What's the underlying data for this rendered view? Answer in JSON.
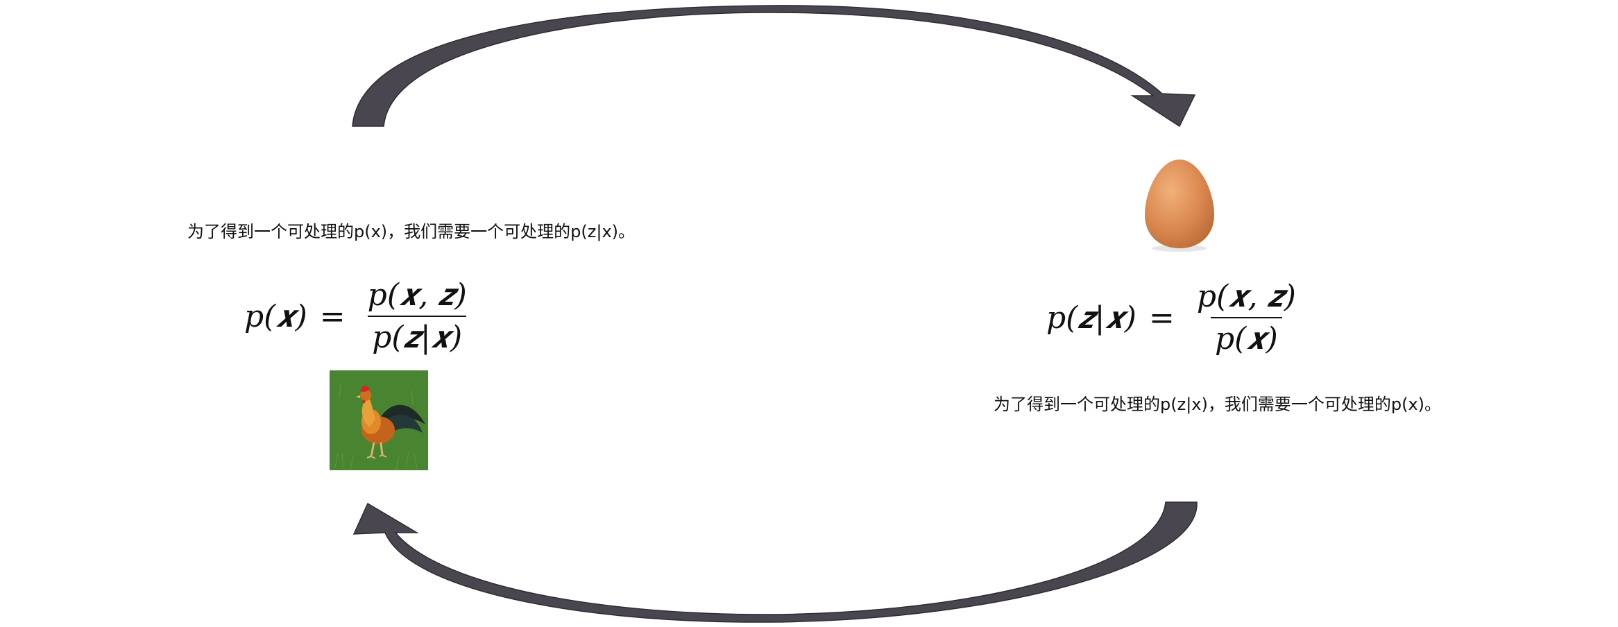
{
  "left": {
    "caption": "为了得到一个可处理的p(x)，我们需要一个可处理的p(z|x)。",
    "formula": {
      "lhs": "p(𝒙)",
      "equals": "=",
      "numerator": "p(𝒙, 𝒛)",
      "denominator": "p(𝒛|𝒙)"
    },
    "image": "rooster-photo"
  },
  "right": {
    "caption": "为了得到一个可处理的p(z|x)，我们需要一个可处理的p(x)。",
    "formula": {
      "lhs": "p(𝒛|𝒙)",
      "equals": "=",
      "numerator": "p(𝒙, 𝒛)",
      "denominator": "p(𝒙)"
    },
    "image": "egg-photo"
  },
  "arrows": {
    "color": "#4a4650",
    "top": "left-to-right",
    "bottom": "right-to-left"
  }
}
